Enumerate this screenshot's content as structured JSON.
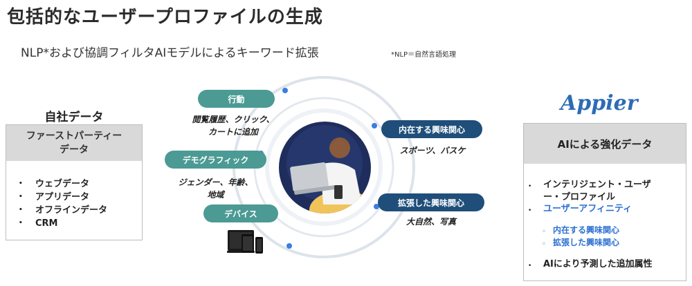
{
  "title": "包括的なユーザープロファイルの生成",
  "subtitle": "NLP*および協調フィルタAIモデルによるキーワード拡張",
  "footnote": "*NLP＝自然言語処理",
  "left_panel": {
    "heading": "自社データ",
    "box_title_line1": "ファーストパーティー",
    "box_title_line2": "データ",
    "items": [
      "ウェブデータ",
      "アプリデータ",
      "オフラインデータ",
      "CRM"
    ]
  },
  "center": {
    "pills": {
      "behavior": "行動",
      "demographic": "デモグラフィック",
      "device": "デバイス",
      "inherent_interest": "内在する興味関心",
      "extended_interest": "拡張した興味関心"
    },
    "notes": {
      "behavior_line1": "閲覧履歴、クリック、",
      "behavior_line2": "カートに追加",
      "demographic_line1": "ジェンダー、年齢、",
      "demographic_line2": "地域",
      "inherent": "スポーツ、バスケ",
      "extended": "大自然、写真"
    }
  },
  "right_panel": {
    "logo": "Appier",
    "box_title": "AIによる強化データ",
    "item1_line1": "インテリジェント・ユーザ",
    "item1_line2": "ー・プロファイル",
    "item2": "ユーザーアフィニティ",
    "sub1": "内在する興味関心",
    "sub2": "拡張した興味関心",
    "item3": "AIにより予測した追加属性"
  },
  "colors": {
    "teal_pill": "#4b9a94",
    "navy_pill": "#1f4e7a",
    "orbit_dot": "#3b7de0",
    "orbit_ring": "#dde3ea",
    "accent_blue": "#2b6fd1",
    "photo_bg": "#1f2d5c"
  },
  "icons": [
    "devices-icon",
    "bullet-icon"
  ]
}
